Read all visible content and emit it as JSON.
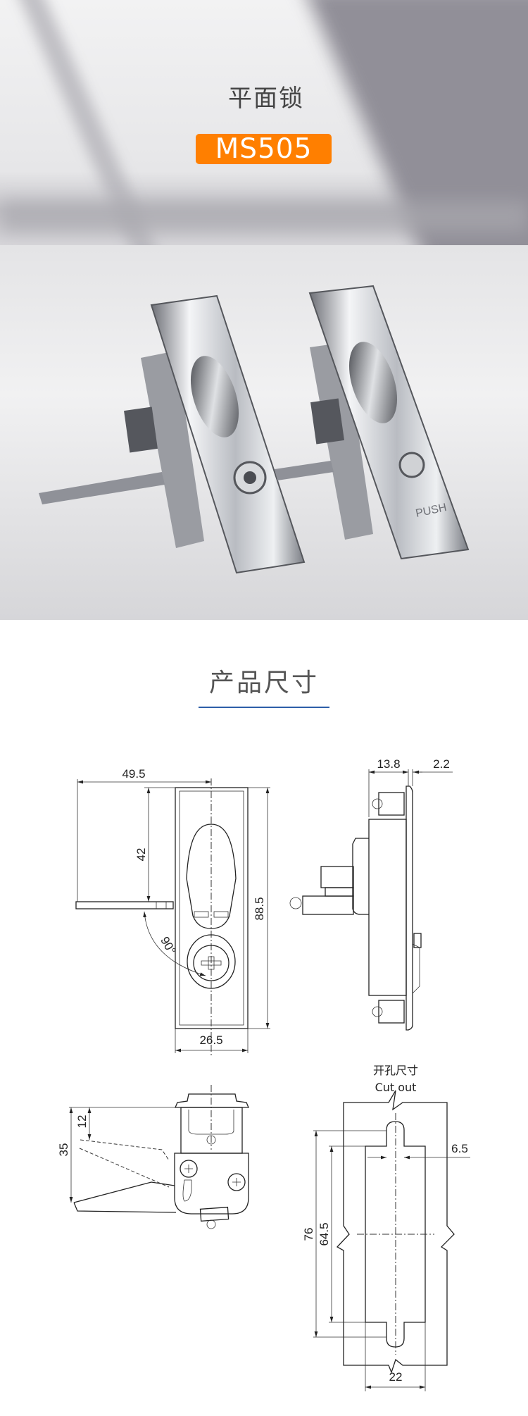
{
  "hero": {
    "title": "平面锁",
    "model": "MS505"
  },
  "photo": {
    "push_label": "PUSH"
  },
  "section": {
    "title": "产品尺寸"
  },
  "drawing": {
    "front": {
      "width_total": "49.5",
      "handle_height": "42",
      "height": "88.5",
      "width": "26.5",
      "angle": "90°"
    },
    "side": {
      "depth": "13.8",
      "lip": "2.2"
    },
    "section_view": {
      "total": "35",
      "cap": "12"
    },
    "cutout": {
      "label_cn": "开孔尺寸",
      "label_en": "Cut out",
      "total": "76",
      "inner": "64.5",
      "slot": "6.5",
      "width": "22"
    }
  },
  "colors": {
    "accent": "#ff7f00",
    "underline": "#2d5ea8"
  }
}
